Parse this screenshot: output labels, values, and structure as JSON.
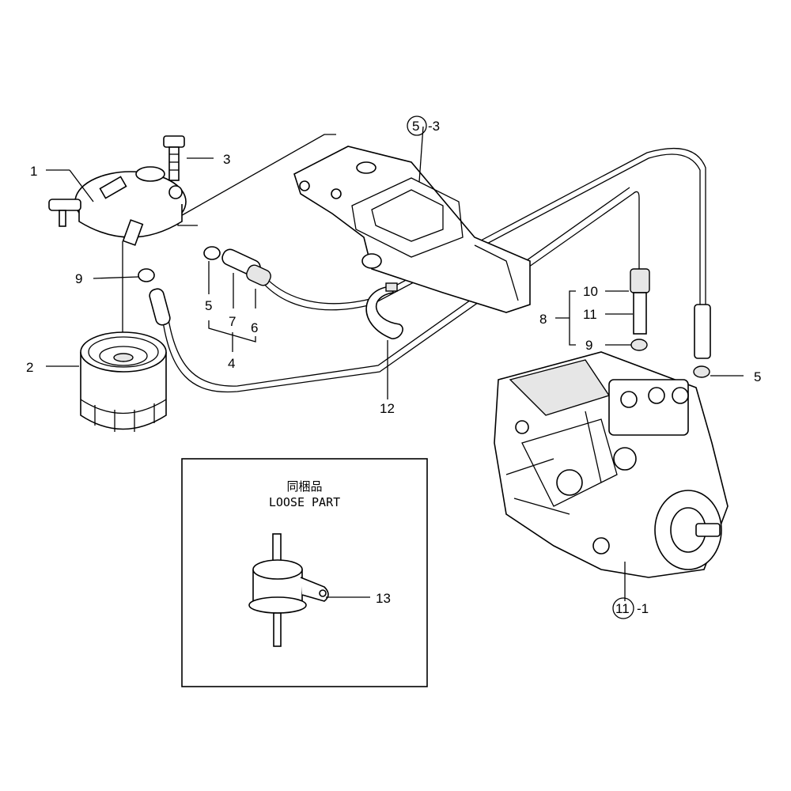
{
  "callouts": {
    "c1": "1",
    "c2": "2",
    "c3": "3",
    "c5_3_circle": "5",
    "c5_3_suffix": "-3",
    "c9_left": "9",
    "c5_left": "5",
    "c7": "7",
    "c6": "6",
    "c4": "4",
    "c12": "12",
    "c10": "10",
    "c11": "11",
    "c8": "8",
    "c9_right": "9",
    "c5_right": "5",
    "c11_1_circle": "11",
    "c11_1_suffix": "-1",
    "c13": "13"
  },
  "loose_part": {
    "title_jp": "同梱品",
    "title_en": "LOOSE PART"
  }
}
